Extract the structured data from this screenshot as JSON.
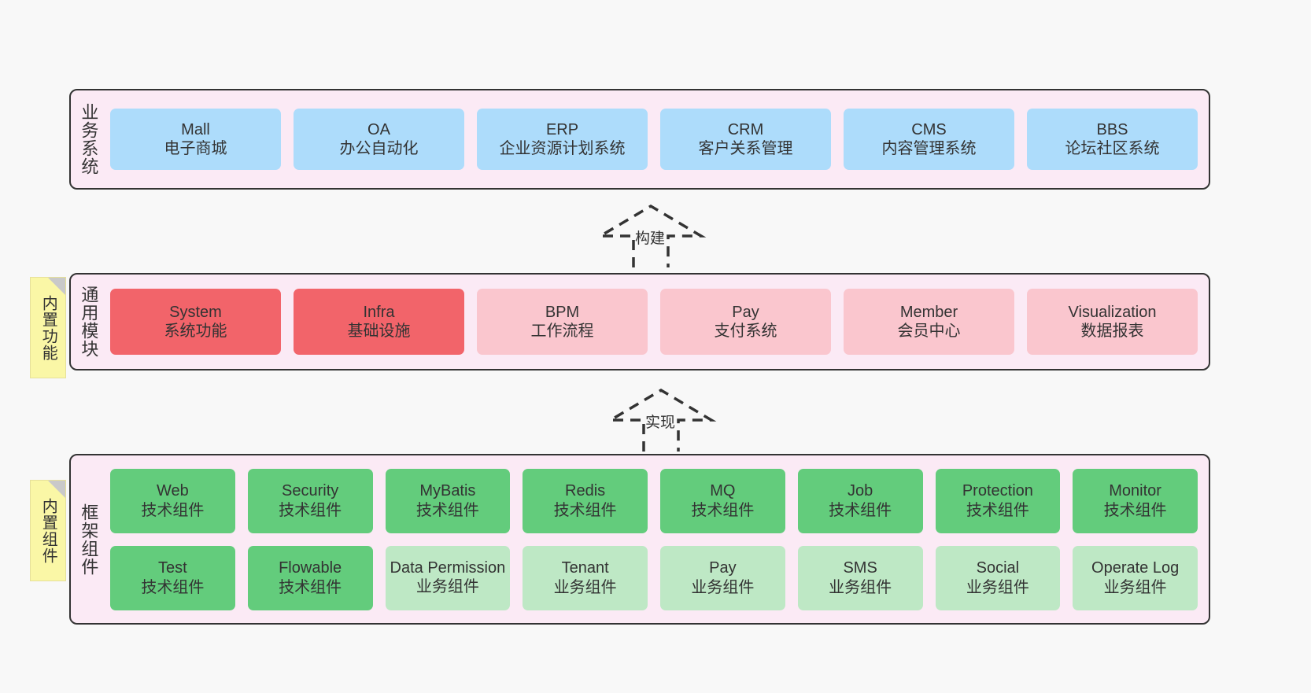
{
  "diagram": {
    "background_color": "#f8f8f8",
    "panel_color": "#fbeaf5",
    "panel_border_color": "#333333",
    "note_color": "#faf7a6",
    "colors": {
      "business": "#addcfb",
      "module_core": "#f2646a",
      "module_optional": "#fac6ce",
      "framework_tech": "#63cc7c",
      "framework_biz": "#bee8c5"
    }
  },
  "layers": {
    "business": {
      "title": "业务系统",
      "cards": [
        {
          "t1": "Mall",
          "t2": "电子商城"
        },
        {
          "t1": "OA",
          "t2": "办公自动化"
        },
        {
          "t1": "ERP",
          "t2": "企业资源计划系统"
        },
        {
          "t1": "CRM",
          "t2": "客户关系管理"
        },
        {
          "t1": "CMS",
          "t2": "内容管理系统"
        },
        {
          "t1": "BBS",
          "t2": "论坛社区系统"
        }
      ]
    },
    "modules": {
      "title": "通用模块",
      "note": "内置功能",
      "cards": [
        {
          "t1": "System",
          "t2": "系统功能",
          "style": "core"
        },
        {
          "t1": "Infra",
          "t2": "基础设施",
          "style": "core"
        },
        {
          "t1": "BPM",
          "t2": "工作流程",
          "style": "optional"
        },
        {
          "t1": "Pay",
          "t2": "支付系统",
          "style": "optional"
        },
        {
          "t1": "Member",
          "t2": "会员中心",
          "style": "optional"
        },
        {
          "t1": "Visualization",
          "t2": "数据报表",
          "style": "optional"
        }
      ]
    },
    "framework": {
      "title": "框架组件",
      "note": "内置组件",
      "row1": [
        {
          "t1": "Web",
          "t2": "技术组件"
        },
        {
          "t1": "Security",
          "t2": "技术组件"
        },
        {
          "t1": "MyBatis",
          "t2": "技术组件"
        },
        {
          "t1": "Redis",
          "t2": "技术组件"
        },
        {
          "t1": "MQ",
          "t2": "技术组件"
        },
        {
          "t1": "Job",
          "t2": "技术组件"
        },
        {
          "t1": "Protection",
          "t2": "技术组件"
        },
        {
          "t1": "Monitor",
          "t2": "技术组件"
        }
      ],
      "row2": [
        {
          "t1": "Test",
          "t2": "技术组件",
          "style": "tech"
        },
        {
          "t1": "Flowable",
          "t2": "技术组件",
          "style": "tech"
        },
        {
          "t1": "Data Permission",
          "t2": "业务组件",
          "style": "biz"
        },
        {
          "t1": "Tenant",
          "t2": "业务组件",
          "style": "biz"
        },
        {
          "t1": "Pay",
          "t2": "业务组件",
          "style": "biz"
        },
        {
          "t1": "SMS",
          "t2": "业务组件",
          "style": "biz"
        },
        {
          "t1": "Social",
          "t2": "业务组件",
          "style": "biz"
        },
        {
          "t1": "Operate Log",
          "t2": "业务组件",
          "style": "biz"
        }
      ]
    }
  },
  "arrows": [
    {
      "label": "构建",
      "from": "通用模块",
      "to": "业务系统"
    },
    {
      "label": "实现",
      "from": "框架组件",
      "to": "通用模块"
    }
  ]
}
